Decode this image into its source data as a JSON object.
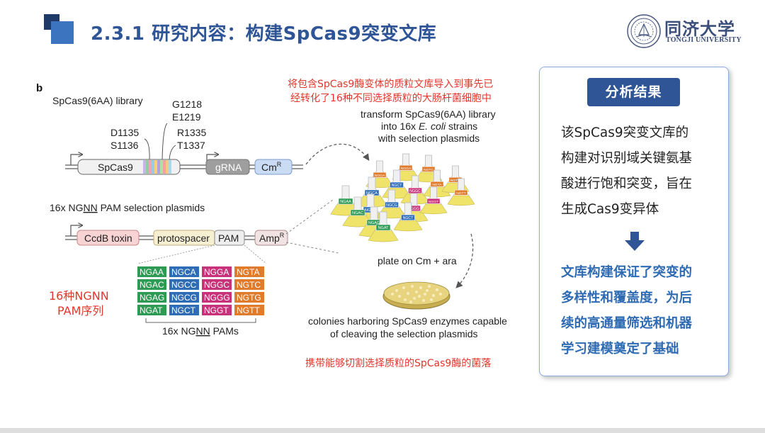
{
  "header": {
    "title": "2.3.1 研究内容：构建SpCas9突变文库",
    "logo_chinese": "同济大学",
    "logo_english": "TONGJI UNIVERSITY"
  },
  "figure": {
    "panel_letter": "b",
    "library_label": "SpCas9(6AA) library",
    "mutation_sites": [
      "D1135",
      "S1136",
      "G1218",
      "E1219",
      "R1335",
      "T1337"
    ],
    "construct1_parts": [
      "SpCas9",
      "gRNA",
      "Cm"
    ],
    "construct1_superscript": "R",
    "plasmids_label_prefix": "16x NG",
    "plasmids_label_underlined": "NN",
    "plasmids_label_suffix": " PAM selection plasmids",
    "construct2_parts": [
      "CcdB toxin",
      "protospacer",
      "PAM",
      "Amp"
    ],
    "construct2_superscript": "R",
    "pam_grid": [
      [
        "NGAA",
        "NGCA",
        "NGGA",
        "NGTA"
      ],
      [
        "NGAC",
        "NGCC",
        "NGGC",
        "NGTC"
      ],
      [
        "NGAG",
        "NGCG",
        "NGGG",
        "NGTG"
      ],
      [
        "NGAT",
        "NGCT",
        "NGGT",
        "NGTT"
      ]
    ],
    "pam_colors": [
      "#2e9b55",
      "#2e6db6",
      "#c8327a",
      "#e07b2c"
    ],
    "pam_brace_prefix": "16x NG",
    "pam_brace_underlined": "NN",
    "pam_brace_suffix": " PAMs",
    "transform_lines": [
      "transform SpCas9(6AA) library",
      "into 16x ",
      "E. coli",
      " strains",
      "with selection plasmids"
    ],
    "flasks": [
      {
        "label": "NGGA",
        "color": "#e07b2c"
      },
      {
        "label": "NGGA",
        "color": "#e07b2c"
      },
      {
        "label": "NGTC",
        "color": "#e07b2c"
      },
      {
        "label": "NGCA",
        "color": "#2e6db6"
      },
      {
        "label": "NGCT",
        "color": "#2e6db6"
      },
      {
        "label": "NGGC",
        "color": "#c8327a"
      },
      {
        "label": "NGTA",
        "color": "#e07b2c"
      },
      {
        "label": "NGTG",
        "color": "#e07b2c"
      },
      {
        "label": "NGAA",
        "color": "#2e9b55"
      },
      {
        "label": "NGCC",
        "color": "#2e6db6"
      },
      {
        "label": "NGCG",
        "color": "#2e6db6"
      },
      {
        "label": "NGGG",
        "color": "#c8327a"
      },
      {
        "label": "NGGT",
        "color": "#c8327a"
      },
      {
        "label": "NGTT",
        "color": "#e07b2c"
      },
      {
        "label": "NGAC",
        "color": "#2e9b55"
      },
      {
        "label": "NGAG",
        "color": "#2e9b55"
      },
      {
        "label": "NGCT",
        "color": "#2e6db6"
      },
      {
        "label": "NGAT",
        "color": "#2e9b55"
      }
    ],
    "plate_label": "plate on Cm + ara",
    "colonies_lines": [
      "colonies harboring SpCas9 enzymes capable",
      "of cleaving the selection plasmids"
    ]
  },
  "annotations": {
    "top_lines": [
      "将包含SpCas9酶变体的质粒文库导入到事先已",
      "经转化了16种不同选择质粒的大肠杆菌细胞中"
    ],
    "left_lines": [
      "16种NGNN",
      "PAM序列"
    ],
    "bottom": "携带能够切割选择质粒的SpCas9酶的菌落"
  },
  "analysis": {
    "header": "分析结果",
    "body_lines": [
      "该SpCas9突变文库的",
      "构建对识别域关键氨基",
      "酸进行饱和突变，旨在",
      "生成Cas9变异体"
    ],
    "conclusion_lines": [
      "文库构建保证了突变的",
      "多样性和覆盖度，为后",
      "续的高通量筛选和机器",
      "学习建模奠定了基础"
    ]
  },
  "colors": {
    "title_blue": "#2f5597",
    "annotation_red": "#e2362c",
    "conclusion_blue": "#2f6bb3",
    "panel_border": "#8faadc"
  }
}
